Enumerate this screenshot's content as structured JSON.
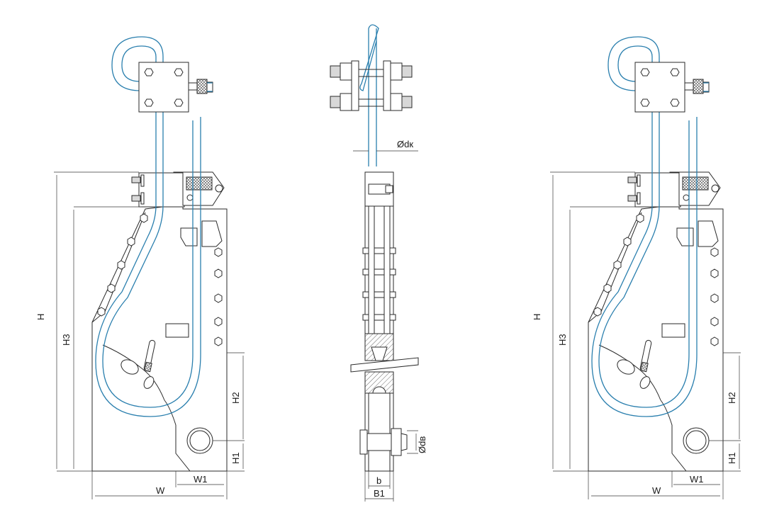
{
  "views": {
    "left": {
      "labels": {
        "H": "H",
        "H3": "H3",
        "H2": "H2",
        "H1": "H1",
        "W": "W",
        "W1": "W1"
      }
    },
    "middle": {
      "labels": {
        "dk": "Ødк",
        "dv": "Ødв",
        "b": "b",
        "B1": "B1"
      }
    },
    "right": {
      "labels": {
        "H": "H",
        "H3": "H3",
        "H2": "H2",
        "H1": "H1",
        "W": "W",
        "W1": "W1"
      }
    }
  },
  "colors": {
    "cable": "#2a7fae",
    "line": "#2a2a2a"
  }
}
